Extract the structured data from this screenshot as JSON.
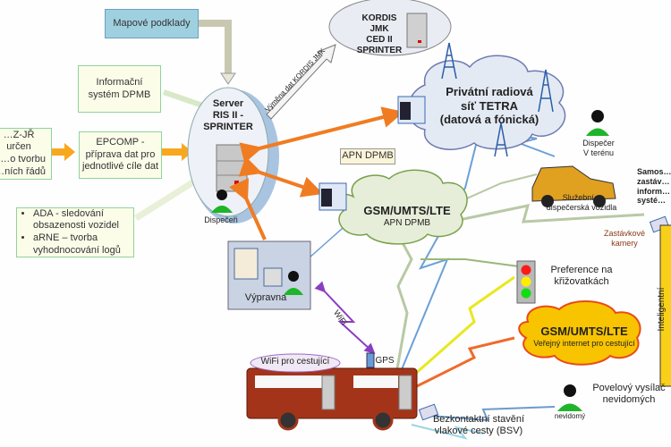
{
  "nodes": {
    "map_data": "Mapové podklady",
    "info_system": [
      "Informační",
      "systém DPMB"
    ],
    "timetable": [
      "…Z-JŘ určen",
      "…o tvorbu",
      "…ních řádů"
    ],
    "epcomp": [
      "EPCOMP -",
      "příprava dat pro",
      "jednotlivé cíle dat"
    ],
    "ada_arne": [
      [
        "ADA - sledování",
        "obsazenosti vozidel"
      ],
      [
        "aRNE – tvorba",
        "vyhodnocování logů"
      ]
    ],
    "server": [
      "Server",
      "RIS II -",
      "SPRINTER"
    ],
    "dispatchers": "Dispečeři",
    "kordis": [
      "KORDIS JMK",
      "CED II",
      "SPRINTER"
    ],
    "kordis_exchange": "Výměna dat KORDIS JMK",
    "tetra": [
      "Privátní radiová",
      "síť TETRA",
      "(datová a fónická)"
    ],
    "apn_callout": "APN DPMB",
    "gsm_private": {
      "title": "GSM/UMTS/LTE",
      "subtitle": "APN DPMB"
    },
    "field_dispatcher": [
      "Dispečer",
      "V terénu"
    ],
    "service_vehicles": [
      "Služební a",
      "dispečerská vozidla"
    ],
    "stop_info": [
      "Samos…",
      "zastáv…",
      "inform…",
      "systé…"
    ],
    "stop_cameras": [
      "Zastávkové",
      "kamery"
    ],
    "intelligent_panel": "Inteligentní",
    "depot": "Výpravna",
    "wifi_link": "WiFi",
    "traffic_pref": [
      "Preference na",
      "křižovatkách"
    ],
    "gsm_public": {
      "title": "GSM/UMTS/LTE",
      "subtitle": "Veřejný internet pro cestující"
    },
    "bus_wifi": "WiFi pro cestující",
    "gps": "GPS",
    "bsv": [
      "Bezkontaktní stavění",
      "vlakové cesty (BSV)"
    ],
    "blind_person": "nevidomý",
    "blind_transmitter": [
      "Povelový vysílač",
      "nevidomých"
    ]
  },
  "colors": {
    "orange_arrow": "#f07c22",
    "gold_arrow": "#f7a81e",
    "bus": "#a3341a",
    "tetra_cloud": "#e4eaf4",
    "gsm_cloud": "#e6eed9",
    "public_cloud": "#f8c400",
    "person": "#1fb52a"
  }
}
